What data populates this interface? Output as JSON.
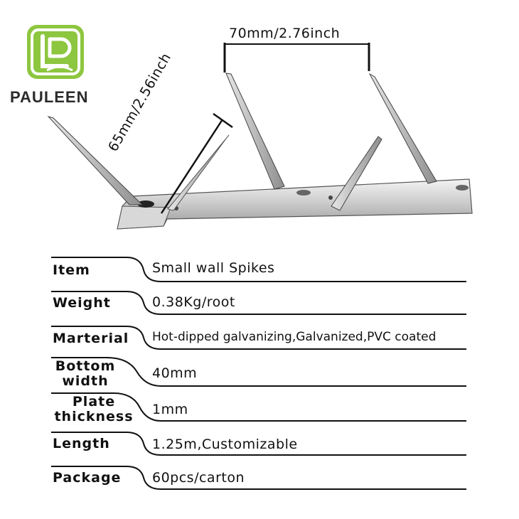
{
  "brand": {
    "name": "PAULEEN",
    "logo_icon": "pauleen-logo-icon",
    "logo_color": "#8dc63f"
  },
  "dimensions": {
    "spike_spacing": "70mm/2.76inch",
    "spike_height": "65mm/2.56inch"
  },
  "specs": [
    {
      "label": "Item",
      "value": "Small wall Spikes"
    },
    {
      "label": "Weight",
      "value": "0.38Kg/root"
    },
    {
      "label": "Marterial",
      "value": "Hot-dipped galvanizing,Galvanized,PVC coated"
    },
    {
      "label_line1": "Bottom",
      "label_line2": "width",
      "value": "40mm"
    },
    {
      "label_line1": "Plate",
      "label_line2": "thickness",
      "value": "1mm"
    },
    {
      "label": "Length",
      "value": "1.25m,Customizable"
    },
    {
      "label": "Package",
      "value": "60pcs/carton"
    }
  ]
}
